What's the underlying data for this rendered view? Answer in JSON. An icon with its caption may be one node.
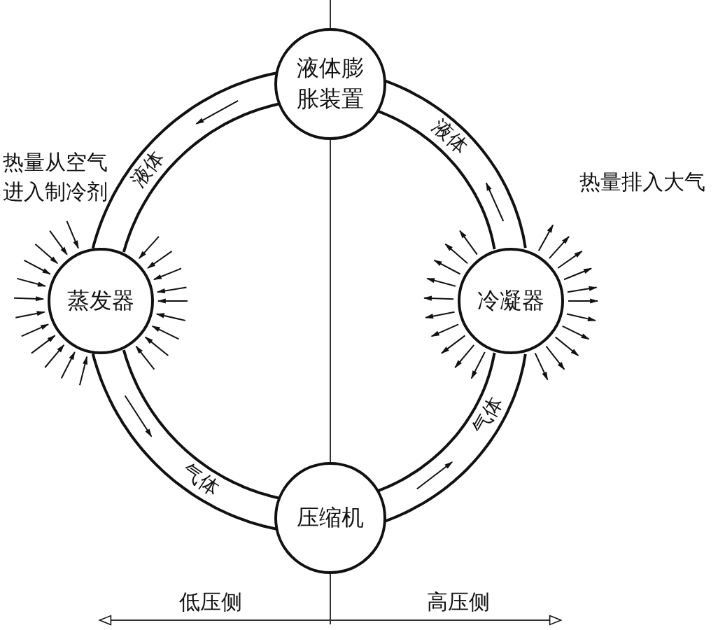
{
  "diagram": {
    "nodes": [
      {
        "text": [
          "液体膨胀装置"
        ]
      },
      {
        "text": [
          "蒸发器"
        ]
      },
      {
        "text": [
          "冷凝器"
        ]
      },
      {
        "text": [
          "压缩机"
        ]
      }
    ],
    "edges": [
      {
        "from": 0,
        "to": 1,
        "arrow": "none",
        "label": "液体"
      },
      {
        "from": 1,
        "to": 3,
        "arrow": "none",
        "label": "气体"
      },
      {
        "from": 3,
        "to": 2,
        "arrow": "none",
        "label": "气体"
      },
      {
        "from": 2,
        "to": 0,
        "arrow": "none",
        "label": "液体"
      }
    ],
    "labels": [
      "热量从空气进入制冷剂",
      "热量排入大气",
      "低压侧",
      "高压侧"
    ]
  }
}
